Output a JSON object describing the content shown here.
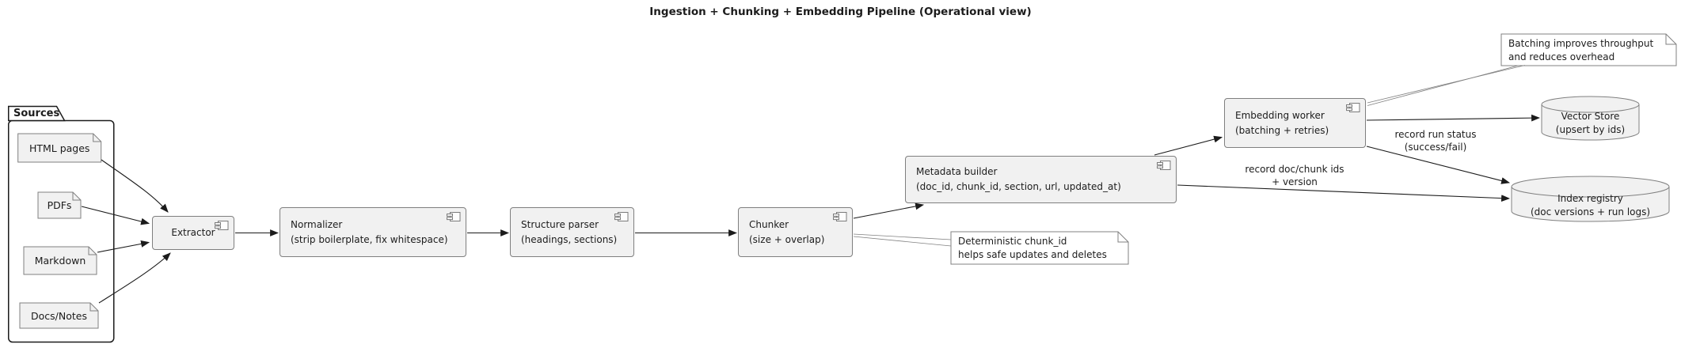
{
  "title": "Ingestion + Chunking + Embedding Pipeline (Operational view)",
  "package": {
    "label": "Sources"
  },
  "files": {
    "html_pages": {
      "label": "HTML pages"
    },
    "pdfs": {
      "label": "PDFs"
    },
    "markdown": {
      "label": "Markdown"
    },
    "docs_notes": {
      "label": "Docs/Notes"
    }
  },
  "nodes": {
    "extractor": {
      "title": "Extractor"
    },
    "normalizer": {
      "title": "Normalizer",
      "subtitle": "(strip boilerplate, fix whitespace)"
    },
    "structure_parser": {
      "title": "Structure parser",
      "subtitle": "(headings, sections)"
    },
    "chunker": {
      "title": "Chunker",
      "subtitle": "(size + overlap)"
    },
    "metadata_builder": {
      "title": "Metadata builder",
      "subtitle": "(doc_id, chunk_id, section, url, updated_at)"
    },
    "embedding_worker": {
      "title": "Embedding worker",
      "subtitle": "(batching + retries)"
    }
  },
  "datastores": {
    "vector_store": {
      "title": "Vector Store",
      "subtitle": "(upsert by ids)"
    },
    "index_registry": {
      "title": "Index registry",
      "subtitle": "(doc versions + run logs)"
    }
  },
  "notes": {
    "batching": {
      "line1": "Batching improves throughput",
      "line2": "and reduces overhead"
    },
    "chunk_id": {
      "line1": "Deterministic chunk_id",
      "line2": "helps safe updates and deletes"
    }
  },
  "edge_labels": {
    "run_status": {
      "line1": "record run status",
      "line2": "(success/fail)"
    },
    "doc_chunk": {
      "line1": "record doc/chunk ids",
      "line2": "+ version"
    }
  },
  "icons": {
    "component": "uml-component"
  },
  "colors": {
    "node_fill": "#f1f1f1",
    "node_border": "#7f7f7f",
    "note_fill": "#ffffff",
    "package_border": "#1b1b1b",
    "arrow": "#1b1b1b",
    "text": "#1c1c1c",
    "background": "#ffffff"
  }
}
